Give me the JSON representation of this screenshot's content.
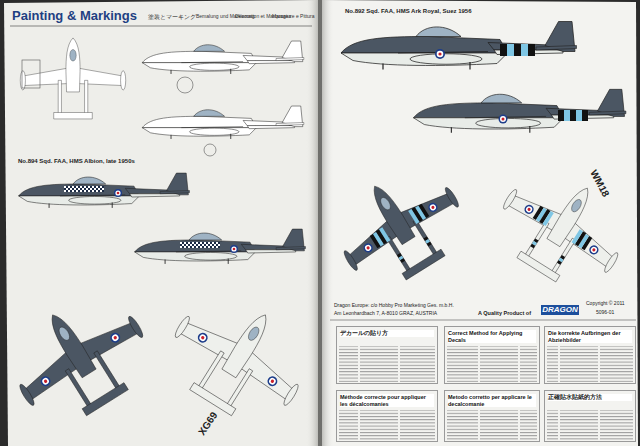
{
  "diagram": {
    "title": "Painting & Markings",
    "nodes": [
      {
        "text": [
          "デカールの貼り方"
        ]
      },
      {
        "text": [
          "Correct Method for Applying Decals"
        ]
      },
      {
        "text": [
          "Die korrekte Aufbringen der Abziehbilder"
        ]
      },
      {
        "text": [
          "Méthode correcte pour appliquer les décalcomanies"
        ]
      },
      {
        "text": [
          "Metodo corretto per applicare le decalcomanie"
        ]
      },
      {
        "text": [
          "正確貼水貼紙的方法"
        ]
      },
      {
        "text": [
          "DRAGON"
        ]
      }
    ],
    "labels": [
      "塗装とマーキング",
      "Bemalung und Markierung",
      "Décoration et Marquages",
      "Marcature e Pittura",
      "No.894 Sqd. FAA, HMS Albion, late 1950s",
      "No.892 Sqd. FAA, HMS Ark Royal, Suez 1956",
      "XG69",
      "WM18",
      "Dragon Europe: c/o Hobby Pro Marketing Ges. m.b.H.",
      "Am Leonhardbach 7, A-8010 GRAZ, AUSTRIA",
      "A Quality Product of",
      "Copyright © 2011",
      "5096-01"
    ]
  }
}
